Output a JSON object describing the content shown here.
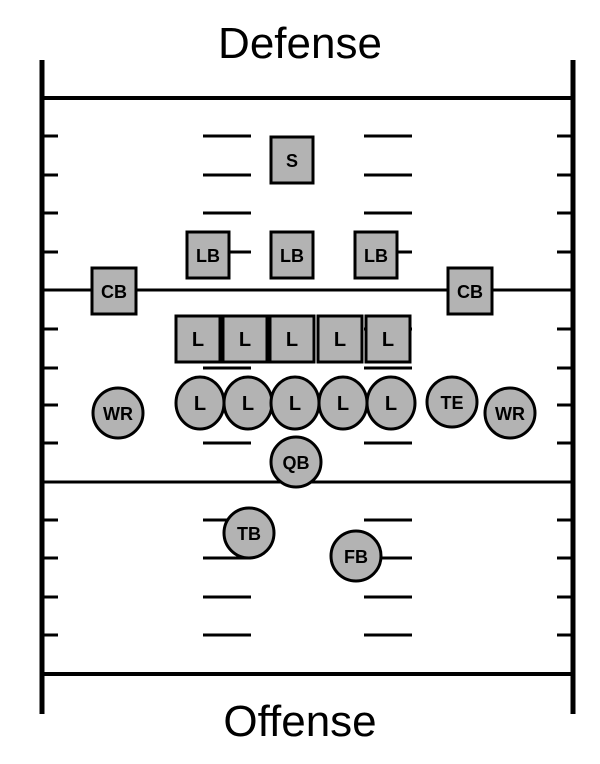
{
  "diagram": {
    "top_label": "Defense",
    "bottom_label": "Offense",
    "colors": {
      "player_fill": "#b3b3b3",
      "line": "#000000",
      "background": "#ffffff"
    }
  },
  "defense": [
    {
      "pos": "S"
    },
    {
      "pos": "LB"
    },
    {
      "pos": "LB"
    },
    {
      "pos": "LB"
    },
    {
      "pos": "CB"
    },
    {
      "pos": "CB"
    },
    {
      "pos": "L"
    },
    {
      "pos": "L"
    },
    {
      "pos": "L"
    },
    {
      "pos": "L"
    },
    {
      "pos": "L"
    }
  ],
  "offense": [
    {
      "pos": "WR"
    },
    {
      "pos": "L"
    },
    {
      "pos": "L"
    },
    {
      "pos": "L"
    },
    {
      "pos": "L"
    },
    {
      "pos": "L"
    },
    {
      "pos": "TE"
    },
    {
      "pos": "WR"
    },
    {
      "pos": "QB"
    },
    {
      "pos": "TB"
    },
    {
      "pos": "FB"
    }
  ]
}
